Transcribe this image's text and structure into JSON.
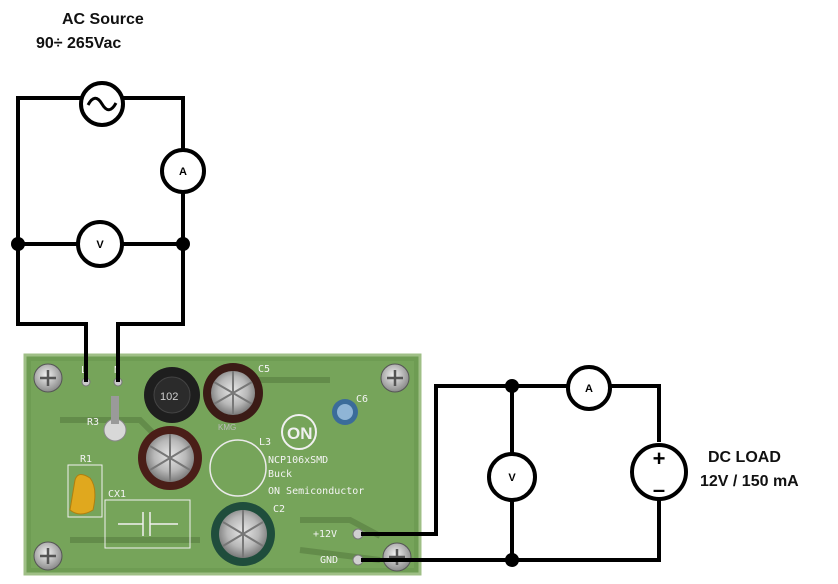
{
  "ac_source": {
    "title": "AC Source",
    "range": "90÷ 265Vac"
  },
  "dc_load": {
    "title": "DC LOAD",
    "rating": "12V / 150 mA"
  },
  "meters": {
    "ammeter_symbol": "A",
    "voltmeter_symbol": "V"
  },
  "load_polarity": {
    "plus": "+",
    "minus": "–"
  },
  "board": {
    "line_terminal": "L",
    "neutral_terminal": "N",
    "chip": "NCP106xSMD",
    "topology": "Buck",
    "maker": "ON Semiconductor",
    "logo": "ON",
    "out_positive": "+12V",
    "out_ground": "GND",
    "refs": {
      "c5": "C5",
      "c6": "C6",
      "l3": "L3",
      "r3": "R3",
      "r1": "R1",
      "cx1": "CX1",
      "c2": "C2"
    },
    "inductor_marking": "102",
    "cap_brand": "KMG"
  },
  "colors": {
    "pcb": "#6c9a52",
    "wire": "#000000",
    "meter_fill": "#ffffff"
  }
}
